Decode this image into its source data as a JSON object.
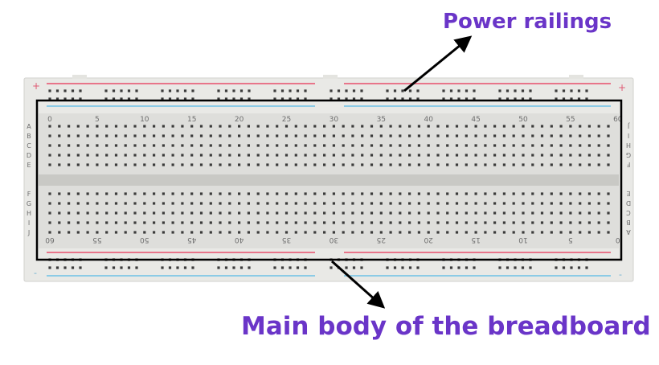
{
  "annotations": {
    "power_railings": "Power railings",
    "main_body": "Main body of the breadboard"
  },
  "breadboard": {
    "columns": 60,
    "column_numbers_top": [
      "0",
      "5",
      "10",
      "15",
      "20",
      "25",
      "30",
      "35",
      "40",
      "45",
      "50",
      "55",
      "60"
    ],
    "column_numbers_bottom": [
      "60",
      "55",
      "50",
      "45",
      "40",
      "35",
      "30",
      "25",
      "20",
      "15",
      "10",
      "5",
      "0"
    ],
    "row_letters_left_top": [
      "A",
      "B",
      "C",
      "D",
      "E"
    ],
    "row_letters_left_bottom": [
      "F",
      "G",
      "H",
      "I",
      "J"
    ],
    "row_letters_right_top": [
      "J",
      "I",
      "H",
      "G",
      "F"
    ],
    "row_letters_right_bottom": [
      "E",
      "D",
      "C",
      "B",
      "A"
    ],
    "rail_plus_symbol": "+",
    "rail_minus_symbol": "-"
  },
  "colors": {
    "label_text": "#6a35c8",
    "board": "#e9e9e6",
    "rail_red": "#e8758a",
    "rail_blue": "#8ccbe6",
    "highlight_box": "#000000",
    "arrow": "#000000"
  }
}
